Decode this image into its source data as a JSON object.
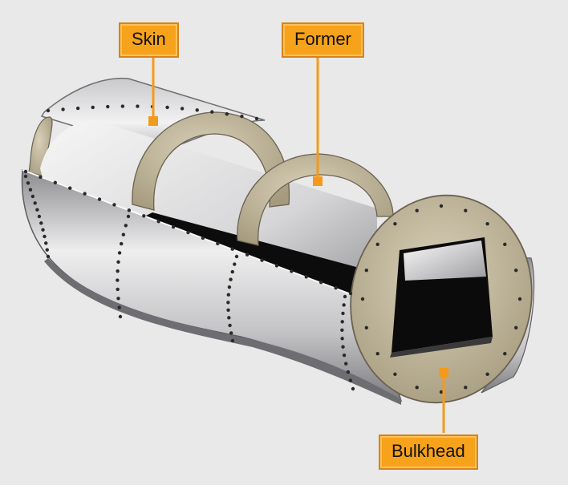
{
  "labels": {
    "skin": "Skin",
    "former": "Former",
    "bulkhead": "Bulkhead"
  },
  "colors": {
    "callout_fill": "#f7a21b",
    "callout_border": "#d9821a",
    "leader_line": "#f39a1c",
    "skin_metal": "#c9c9cb",
    "frame_tan": "#c6bc9f",
    "rivet": "#2a2a2a"
  },
  "icons": [
    "fuselage-section-illustration"
  ]
}
